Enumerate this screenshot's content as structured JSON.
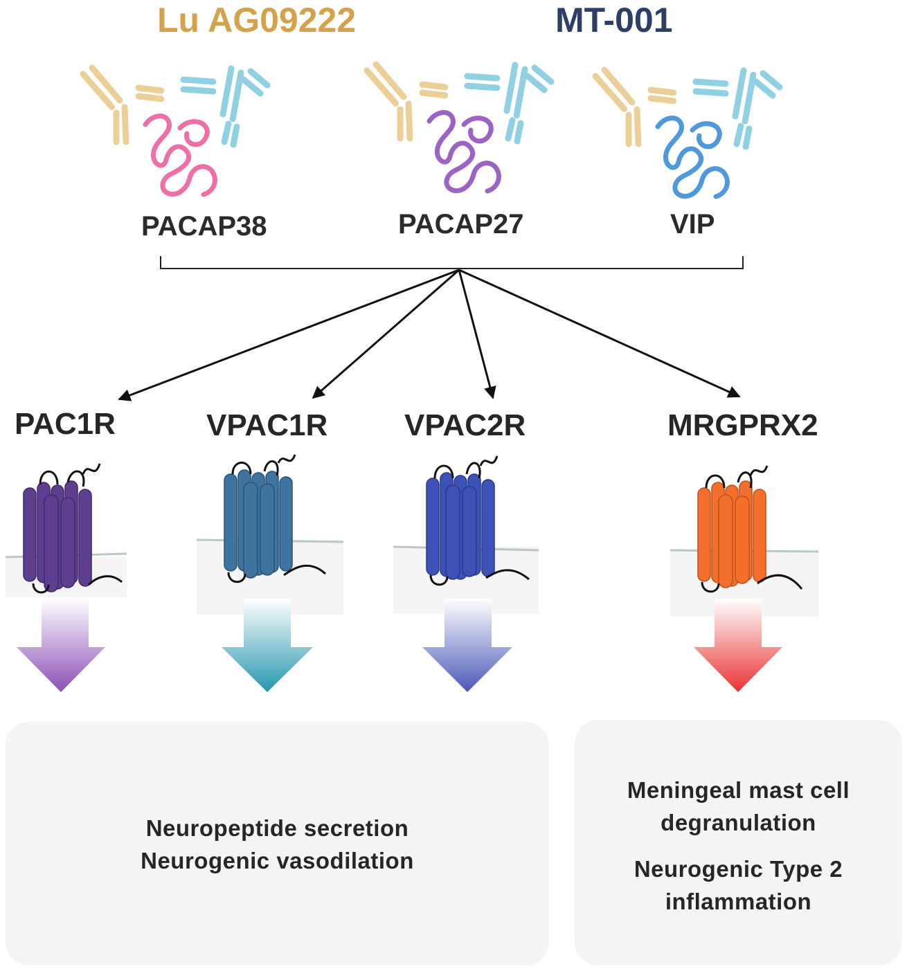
{
  "antibodies": [
    {
      "name": "Lu AG09222",
      "color": "#d4a24a"
    },
    {
      "name": "MT-001",
      "color": "#2d3f66"
    }
  ],
  "antibody_colors": {
    "left": "#eccf96",
    "right": "#8fd0e3"
  },
  "peptides": [
    {
      "name": "PACAP38",
      "color": "#ee6fa5"
    },
    {
      "name": "PACAP27",
      "color": "#9b63c4"
    },
    {
      "name": "VIP",
      "color": "#4f98dc"
    }
  ],
  "receptors": [
    {
      "name": "PAC1R",
      "color": "#5e3e8e",
      "arrow_color": "#8a4fb5"
    },
    {
      "name": "VPAC1R",
      "color": "#3f74a0",
      "arrow_color": "#2596ae"
    },
    {
      "name": "VPAC2R",
      "color": "#3d52b6",
      "arrow_color": "#4a59b8"
    },
    {
      "name": "MRGPRX2",
      "color": "#f36f2c",
      "arrow_color": "#ea3232"
    }
  ],
  "effects": {
    "left": [
      "Neuropeptide secretion",
      "Neurogenic vasodilation"
    ],
    "right": [
      "Meningeal mast cell",
      "degranulation",
      "Neurogenic Type 2",
      "inflammation"
    ]
  }
}
